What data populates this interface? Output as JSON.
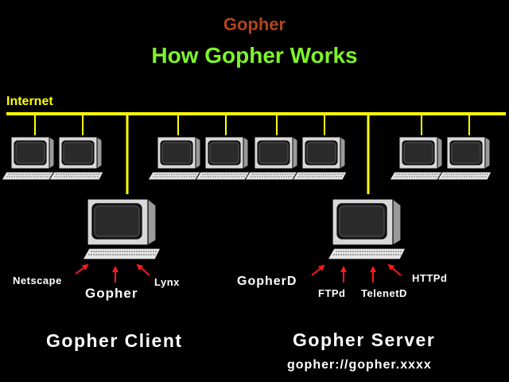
{
  "header": {
    "topic": "Gopher",
    "title": "How Gopher Works"
  },
  "network": {
    "label": "Internet"
  },
  "client": {
    "program_label": "Gopher",
    "browsers": [
      "Netscape",
      "Lynx"
    ],
    "caption": "Gopher Client"
  },
  "server": {
    "daemons": [
      "GopherD",
      "FTPd",
      "TelenetD",
      "HTTPd"
    ],
    "caption": "Gopher Server",
    "url": "gopher://gopher.xxxx"
  },
  "colors": {
    "background": "#000000",
    "topic": "#b2441e",
    "title": "#7cf52a",
    "network": "#ffff00",
    "arrows": "#ff1a1a",
    "text": "#ffffff"
  }
}
